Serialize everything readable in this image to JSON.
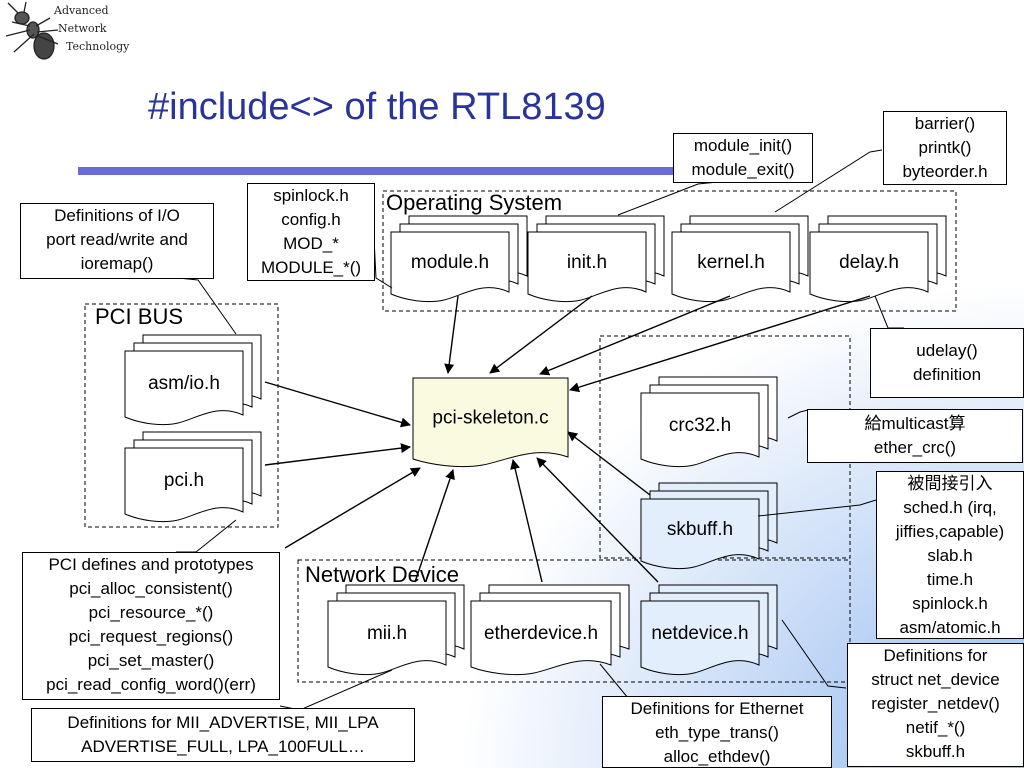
{
  "logo": {
    "lines": [
      "Advanced",
      "Network",
      "Technology"
    ],
    "icon": "ant-icon"
  },
  "title": "#include<> of the RTL8139",
  "groups": {
    "os": "Operating System",
    "pci_bus": "PCI BUS",
    "network_device": "Network Device"
  },
  "files": {
    "module": "module.h",
    "init": "init.h",
    "kernel": "kernel.h",
    "delay": "delay.h",
    "asm_io": "asm/io.h",
    "pci": "pci.h",
    "skeleton": "pci-skeleton.c",
    "crc32": "crc32.h",
    "skbuff": "skbuff.h",
    "mii": "mii.h",
    "etherdevice": "etherdevice.h",
    "netdevice": "netdevice.h"
  },
  "callouts": {
    "module_init": [
      "module_init()",
      "module_exit()"
    ],
    "barrier": [
      "barrier()",
      "printk()",
      "byteorder.h"
    ],
    "spinlock": [
      "spinlock.h",
      "config.h",
      "MOD_*",
      "MODULE_*()"
    ],
    "io_defs": [
      "Definitions of I/O",
      "port read/write and",
      "ioremap()"
    ],
    "udelay": [
      "udelay()",
      "definition"
    ],
    "multicast": [
      "給multicast算",
      "ether_crc()"
    ],
    "skbuff_includes": [
      "被間接引入",
      "sched.h (irq,",
      "jiffies,capable)",
      "slab.h",
      "time.h",
      "spinlock.h",
      "asm/atomic.h"
    ],
    "pci_defines": [
      "PCI defines and prototypes",
      "pci_alloc_consistent()",
      "pci_resource_*()",
      "pci_request_regions()",
      "pci_set_master()",
      "pci_read_config_word()(err)"
    ],
    "mii_defs": [
      "Definitions for MII_ADVERTISE, MII_LPA",
      "ADVERTISE_FULL, LPA_100FULL…"
    ],
    "ether_defs": [
      "Definitions for Ethernet",
      "eth_type_trans()",
      "alloc_ethdev()"
    ],
    "netdev_defs": [
      "Definitions for",
      "struct net_device",
      "register_netdev()",
      "netif_*()",
      "skbuff.h"
    ]
  }
}
